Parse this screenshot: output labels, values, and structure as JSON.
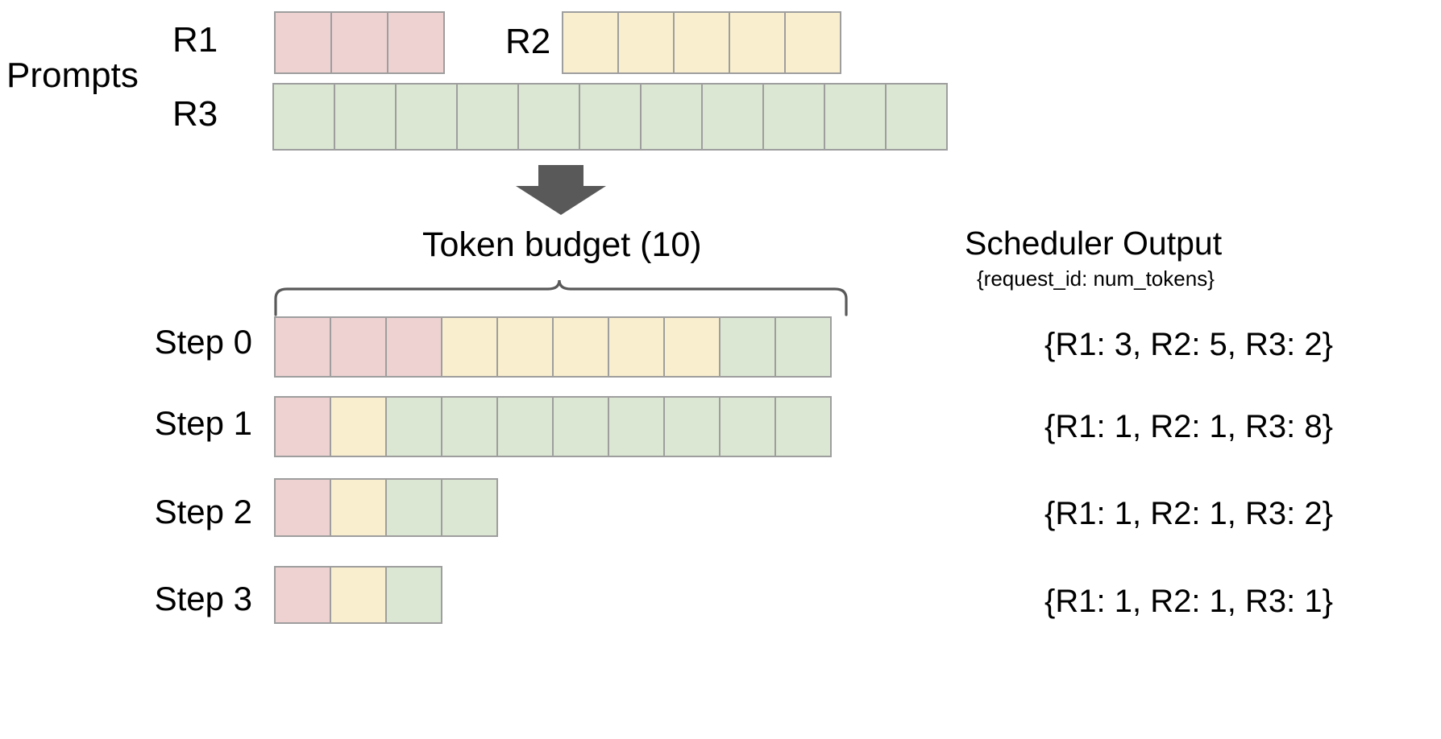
{
  "prompts": {
    "section_label": "Prompts",
    "requests": [
      {
        "id": "R1",
        "label": "R1",
        "tokens": 3,
        "color": "#eed2d2"
      },
      {
        "id": "R2",
        "label": "R2",
        "tokens": 5,
        "color": "#f9eecd"
      },
      {
        "id": "R3",
        "label": "R3",
        "tokens": 11,
        "color": "#dbe7d3"
      }
    ]
  },
  "arrow": {
    "icon": "down-arrow-icon",
    "color": "#595959"
  },
  "budget": {
    "title": "Token  budget (10)",
    "value": 10,
    "brace_icon": "curly-brace-icon"
  },
  "scheduler": {
    "title": "Scheduler Output",
    "subtitle": "{request_id: num_tokens}"
  },
  "steps": [
    {
      "label": "Step 0",
      "output": "{R1: 3, R2: 5, R3: 2}",
      "segments": [
        {
          "req": "R1",
          "count": 3,
          "class": "c-pink"
        },
        {
          "req": "R2",
          "count": 5,
          "class": "c-yellow"
        },
        {
          "req": "R3",
          "count": 2,
          "class": "c-green"
        }
      ]
    },
    {
      "label": "Step 1",
      "output": "{R1: 1, R2: 1, R3: 8}",
      "segments": [
        {
          "req": "R1",
          "count": 1,
          "class": "c-pink"
        },
        {
          "req": "R2",
          "count": 1,
          "class": "c-yellow"
        },
        {
          "req": "R3",
          "count": 8,
          "class": "c-green"
        }
      ]
    },
    {
      "label": "Step 2",
      "output": "{R1: 1, R2: 1, R3: 2}",
      "segments": [
        {
          "req": "R1",
          "count": 1,
          "class": "c-pink"
        },
        {
          "req": "R2",
          "count": 1,
          "class": "c-yellow"
        },
        {
          "req": "R3",
          "count": 2,
          "class": "c-green"
        }
      ]
    },
    {
      "label": "Step 3",
      "output": "{R1: 1, R2: 1, R3: 1}",
      "segments": [
        {
          "req": "R1",
          "count": 1,
          "class": "c-pink"
        },
        {
          "req": "R2",
          "count": 1,
          "class": "c-yellow"
        },
        {
          "req": "R3",
          "count": 1,
          "class": "c-green"
        }
      ]
    }
  ],
  "colors": {
    "r1": "#eed2d2",
    "r2": "#f9eecd",
    "r3": "#dbe7d3",
    "cell_border": "#9e9e9e",
    "arrow": "#595959",
    "brace": "#595959"
  }
}
